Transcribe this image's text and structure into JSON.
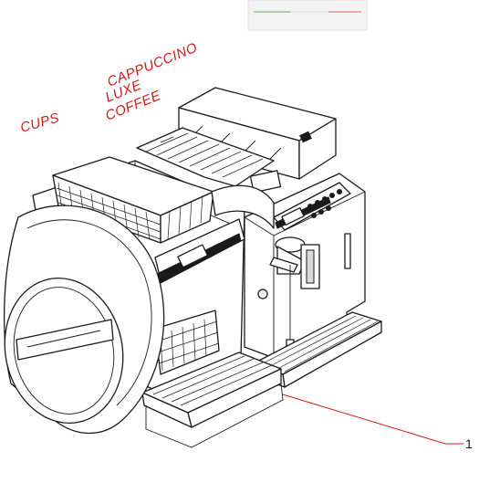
{
  "labels": {
    "cups": "CUPS",
    "cappuccino": "CAPPUCCINO",
    "luxe": "LUXE",
    "coffee": "COFFEE"
  },
  "callout": {
    "number": "1"
  },
  "colors": {
    "label": "#d01818",
    "callout_line": "#d01818",
    "ink": "#1a1a1a",
    "tab_green": "#9fd3a8",
    "tab_red": "#f0a8a8"
  }
}
